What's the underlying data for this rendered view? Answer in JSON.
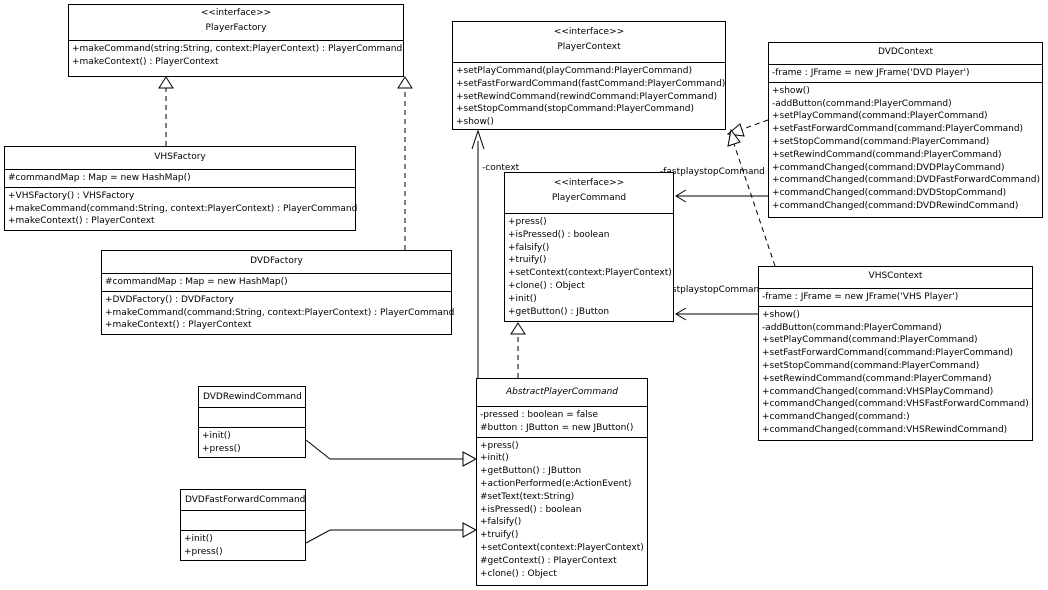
{
  "diagram": {
    "classes": {
      "player_factory": {
        "stereotype": "<<interface>>",
        "name": "PlayerFactory",
        "attributes": [],
        "operations": [
          "+makeCommand(string:String, context:PlayerContext) : PlayerCommand",
          "+makeContext() : PlayerContext"
        ]
      },
      "player_context": {
        "stereotype": "<<interface>>",
        "name": "PlayerContext",
        "attributes": [],
        "operations": [
          "+setPlayCommand(playCommand:PlayerCommand)",
          "+setFastForwardCommand(fastCommand:PlayerCommand)",
          "+setRewindCommand(rewindCommand:PlayerCommand)",
          "+setStopCommand(stopCommand:PlayerCommand)",
          "+show()"
        ]
      },
      "dvd_context": {
        "name": "DVDContext",
        "attributes": [
          "-frame : JFrame = new JFrame('DVD Player')"
        ],
        "operations": [
          "+show()",
          "-addButton(command:PlayerCommand)",
          "+setPlayCommand(command:PlayerCommand)",
          "+setFastForwardCommand(command:PlayerCommand)",
          "+setStopCommand(command:PlayerCommand)",
          "+setRewindCommand(command:PlayerCommand)",
          "+commandChanged(command:DVDPlayCommand)",
          "+commandChanged(command:DVDFastForwardCommand)",
          "+commandChanged(command:DVDStopCommand)",
          "+commandChanged(command:DVDRewindCommand)"
        ]
      },
      "vhs_factory": {
        "name": "VHSFactory",
        "attributes": [
          "#commandMap : Map = new HashMap()"
        ],
        "operations": [
          "+VHSFactory() : VHSFactory",
          "+makeCommand(command:String, context:PlayerContext) : PlayerCommand",
          "+makeContext() : PlayerContext"
        ]
      },
      "player_command": {
        "stereotype": "<<interface>>",
        "name": "PlayerCommand",
        "attributes": [],
        "operations": [
          "+press()",
          "+isPressed() : boolean",
          "+falsify()",
          "+truify()",
          "+setContext(context:PlayerContext)",
          "+clone() : Object",
          "+init()",
          "+getButton() : JButton"
        ]
      },
      "dvd_factory": {
        "name": "DVDFactory",
        "attributes": [
          "#commandMap : Map = new HashMap()"
        ],
        "operations": [
          "+DVDFactory() : DVDFactory",
          "+makeCommand(command:String, context:PlayerContext) : PlayerCommand",
          "+makeContext() : PlayerContext"
        ]
      },
      "vhs_context": {
        "name": "VHSContext",
        "attributes": [
          "-frame : JFrame = new JFrame('VHS Player')"
        ],
        "operations": [
          "+show()",
          "-addButton(command:PlayerCommand)",
          "+setPlayCommand(command:PlayerCommand)",
          "+setFastForwardCommand(command:PlayerCommand)",
          "+setStopCommand(command:PlayerCommand)",
          "+setRewindCommand(command:PlayerCommand)",
          "+commandChanged(command:VHSPlayCommand)",
          "+commandChanged(command:VHSFastForwardCommand)",
          "+commandChanged(command:)",
          "+commandChanged(command:VHSRewindCommand)"
        ]
      },
      "dvd_rewind_command": {
        "name": "DVDRewindCommand",
        "attributes": [],
        "operations": [
          "+init()",
          "+press()"
        ]
      },
      "abstract_player_command": {
        "name": "AbstractPlayerCommand",
        "attributes": [
          "-pressed : boolean = false",
          "#button : JButton = new JButton()"
        ],
        "operations": [
          "+press()",
          "+init()",
          "+getButton() : JButton",
          "+actionPerformed(e:ActionEvent)",
          "#setText(text:String)",
          "+isPressed() : boolean",
          "+falsify()",
          "+truify()",
          "+setContext(context:PlayerContext)",
          "#getContext() : PlayerContext",
          "+clone() : Object"
        ]
      },
      "dvd_fastforward_command": {
        "name": "DVDFastForwardCommand",
        "attributes": [],
        "operations": [
          "+init()",
          "+press()"
        ]
      }
    },
    "labels": {
      "context_role": "-context",
      "dvd_assoc_roles": "-fastplaystopCommand",
      "vhs_assoc_roles": "-fastplaystopCommand"
    }
  }
}
